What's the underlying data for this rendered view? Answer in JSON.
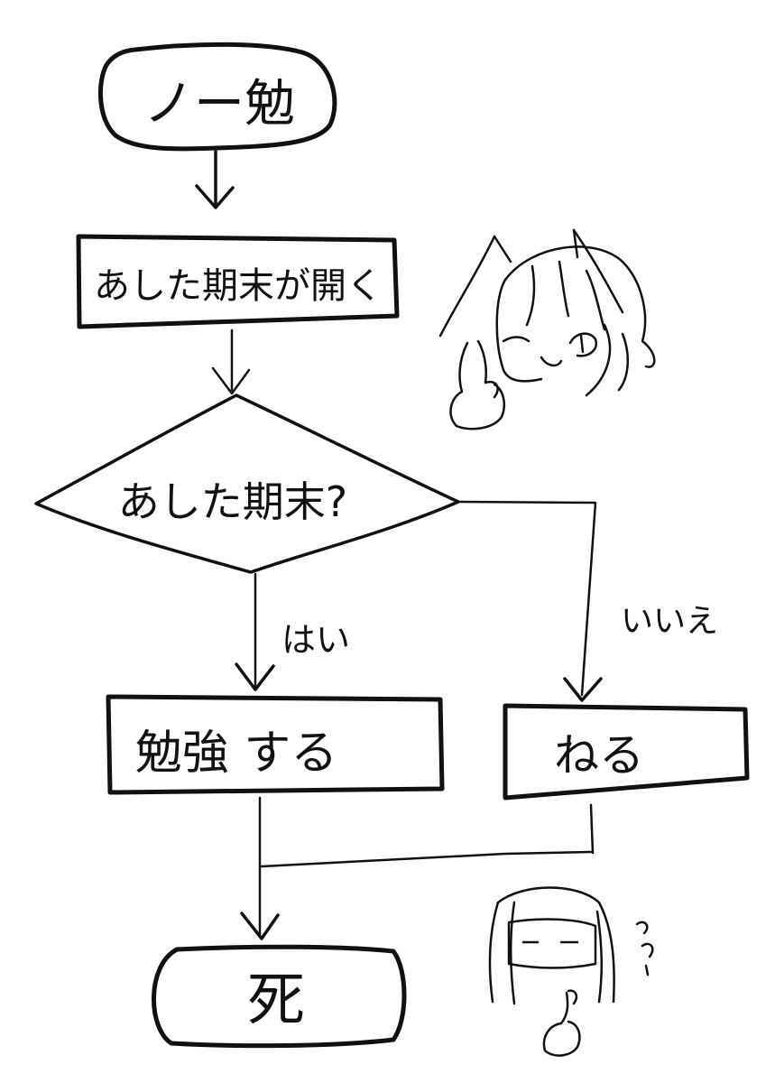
{
  "flowchart": {
    "start_label": "ノー勉",
    "process_label": "あした期末が開く",
    "decision_label": "あした期末?",
    "yes_label": "はい",
    "no_label": "いいえ",
    "study_label": "勉強 する",
    "sleep_label": "ねる",
    "end_label": "死"
  },
  "doodles": {
    "upper_character": "girl-with-ahoge-thumbs-up",
    "lower_character": "girl-with-eye-mask-thumbs-up"
  },
  "colors": {
    "ink": "#111111",
    "paper": "#ffffff"
  }
}
